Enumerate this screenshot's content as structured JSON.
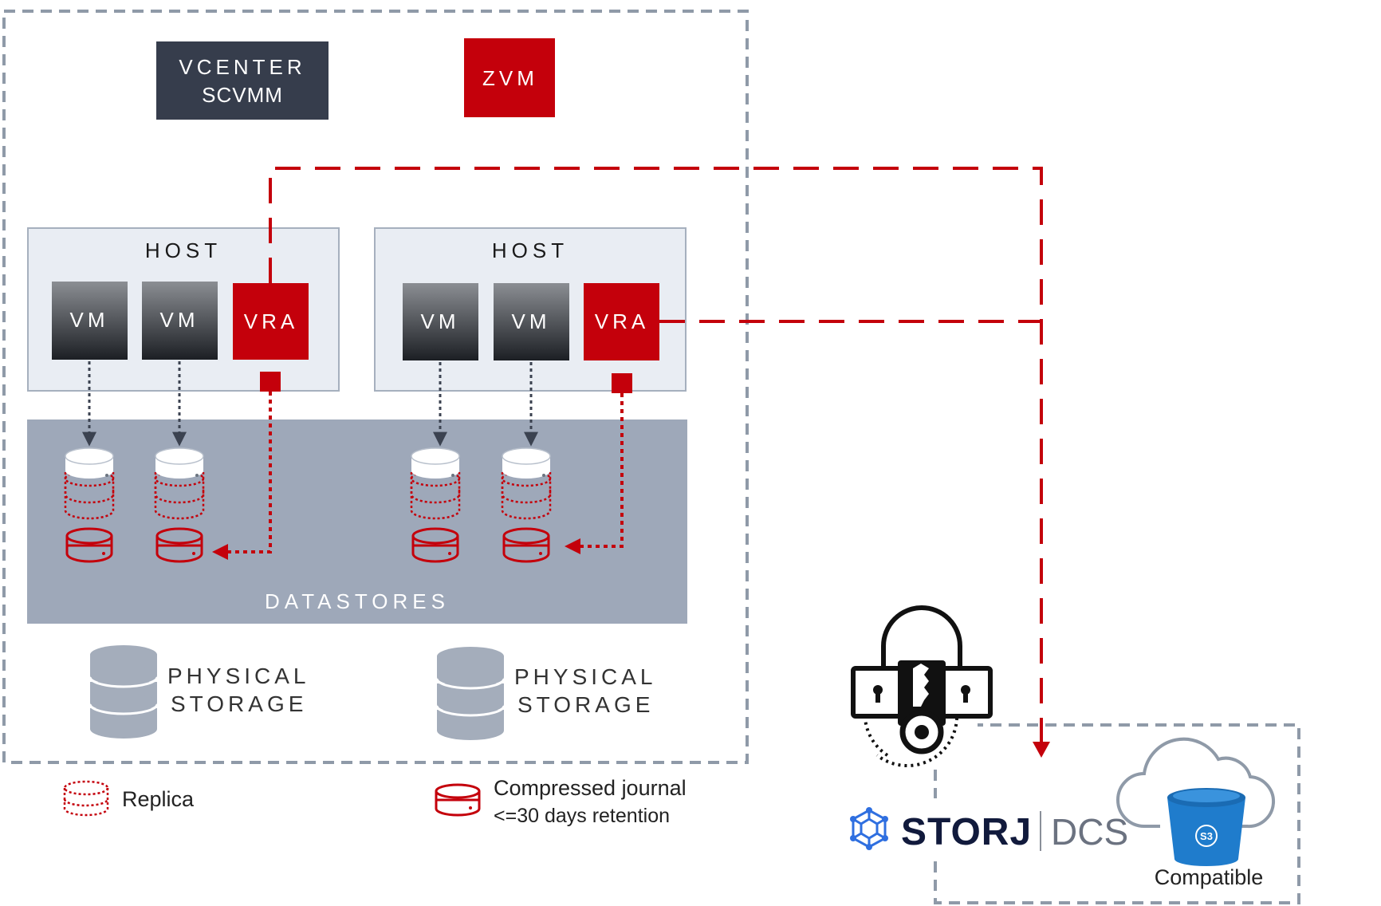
{
  "management": {
    "vcenter_line1": "VCENTER",
    "vcenter_line2": "SCVMM",
    "zvm": "ZVM"
  },
  "hosts": [
    {
      "label": "HOST",
      "vm_labels": [
        "VM",
        "VM"
      ],
      "vra_label": "VRA"
    },
    {
      "label": "HOST",
      "vm_labels": [
        "VM",
        "VM"
      ],
      "vra_label": "VRA"
    }
  ],
  "datastores_label": "DATASTORES",
  "physical_storage": [
    {
      "line1": "PHYSICAL",
      "line2": "STORAGE"
    },
    {
      "line1": "PHYSICAL",
      "line2": "STORAGE"
    }
  ],
  "legend": {
    "replica": "Replica",
    "journal_line1": "Compressed journal",
    "journal_line2": "<=30 days retention"
  },
  "target": {
    "brand": "STORJ",
    "product": "DCS",
    "bucket_badge": "S3",
    "compatible": "Compatible"
  },
  "colors": {
    "accent_red": "#c4000b",
    "dark_navy": "#363d4c",
    "border_gray": "#8f9aa8",
    "host_fill": "#e9edf3",
    "datastore_fill": "#9ea8b9",
    "storj_navy": "#111a3c",
    "storj_blue": "#2f6fe0",
    "bucket_blue": "#1f7ccc"
  }
}
